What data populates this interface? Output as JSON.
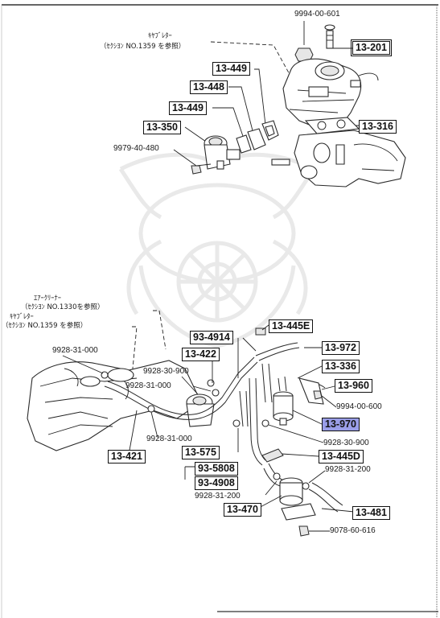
{
  "callouts": {
    "p13_201": "13-201",
    "p13_449a": "13-449",
    "p13_448": "13-448",
    "p13_449b": "13-449",
    "p13_350": "13-350",
    "p13_316": "13-316",
    "p13_445e": "13-445E",
    "p93_4914": "93-4914",
    "p13_972": "13-972",
    "p13_422": "13-422",
    "p13_336": "13-336",
    "p13_960": "13-960",
    "p13_970": "13-970",
    "p13_575": "13-575",
    "p13_445d": "13-445D",
    "p93_5808": "93-5808",
    "p93_4908": "93-4908",
    "p13_470": "13-470",
    "p13_481": "13-481",
    "p13_421": "13-421"
  },
  "part_numbers": {
    "n9994_00_601": "9994-00-601",
    "n9979_40_480": "9979-40-480",
    "n9928_31_000a": "9928-31-000",
    "n9928_30_900a": "9928-30-900",
    "n9928_31_000b": "9928-31-000",
    "n9928_31_000c": "9928-31-000",
    "n9994_00_600": "9994-00-600",
    "n9928_30_900b": "9928-30-900",
    "n9928_31_200a": "9928-31-200",
    "n9928_31_200b": "9928-31-200",
    "n9078_60_616": "9078-60-616"
  },
  "notes": {
    "carb_top_1": "ｷﾔﾌﾞﾚﾀｰ",
    "carb_top_2": "（ｾｸｼﾖﾝ NO.1359 を参照）",
    "aircleaner_1": "ｴｱｰｸﾘｰﾅｰ",
    "aircleaner_2": "（ｾｸｼﾖﾝ NO.1330を参照）",
    "carb_low_1": "ｷﾔﾌﾞﾚﾀｰ",
    "carb_low_2": "（ｾｸｼﾖﾝ NO.1359 を参照）"
  },
  "highlight_color": "#9a9ee8"
}
